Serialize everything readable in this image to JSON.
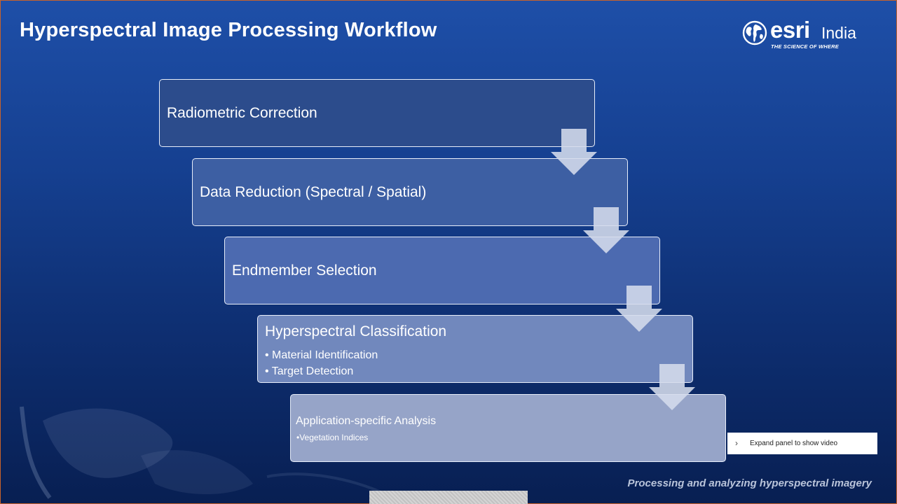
{
  "slide": {
    "title": "Hyperspectral Image Processing Workflow",
    "caption": "Processing and analyzing hyperspectral imagery"
  },
  "logo": {
    "word": "esri",
    "country": "India",
    "tagline": "THE SCIENCE OF WHERE"
  },
  "workflow": {
    "steps": [
      {
        "label": "Radiometric Correction",
        "bullets": []
      },
      {
        "label": "Data Reduction (Spectral / Spatial)",
        "bullets": []
      },
      {
        "label": "Endmember Selection",
        "bullets": []
      },
      {
        "label": "Hyperspectral Classification",
        "bullets": [
          "• Material Identification",
          "• Target Detection"
        ]
      },
      {
        "label": "Application-specific Analysis",
        "bullets": [
          "•Vegetation Indices"
        ]
      }
    ]
  },
  "video_panel": {
    "label": "Expand panel to show video",
    "icon": "chevron-right-icon"
  },
  "colors": {
    "background_top": "#1e4fa8",
    "background_bottom": "#081f52",
    "step_border": "#e8eefa",
    "arrow_fill": "#d5dcec"
  }
}
